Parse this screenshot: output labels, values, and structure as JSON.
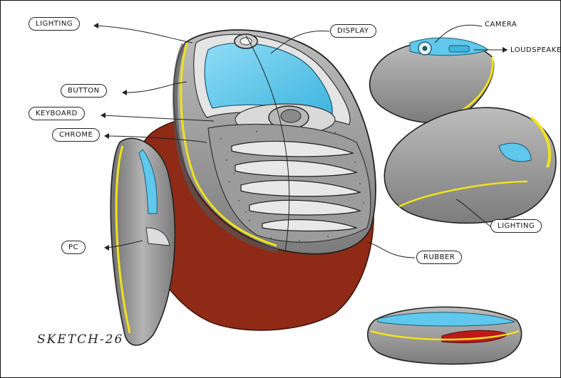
{
  "sketch_title": "SKETCH-26",
  "colors": {
    "screen_blue": "#5fc8ec",
    "rubber_red": "#8e2a16",
    "body_gray": "#9a9a9a",
    "chrome_silver": "#c9c9c9",
    "accent_yellow": "#f2e21a",
    "red_insert": "#c01818"
  },
  "labels": {
    "lighting_top": "LIGHTING",
    "display": "DISPLAY",
    "camera": "CAMERA",
    "loudspeaker": "LOUDSPEAKER",
    "button": "BUTTON",
    "keyboard": "KEYBOARD",
    "chrome": "CHROME",
    "pc": "PC",
    "rubber": "RUBBER",
    "lighting_right": "LIGHTING"
  }
}
